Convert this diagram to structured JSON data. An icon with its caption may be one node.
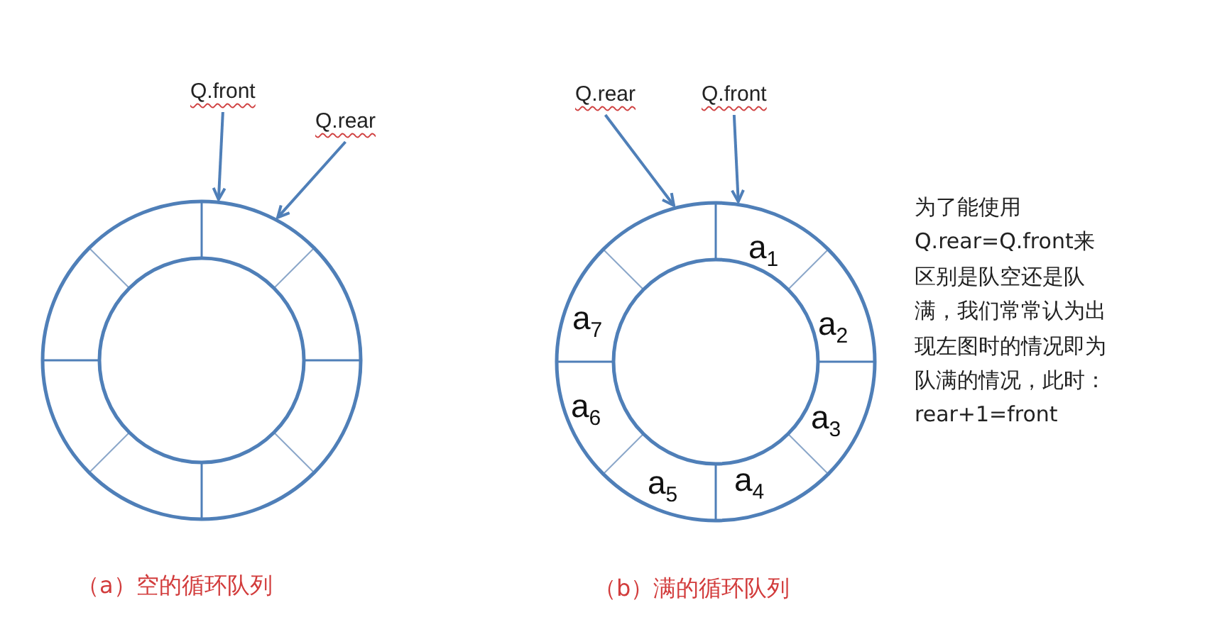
{
  "diagram": {
    "nodes": [
      {
        "text": [
          "Q.front"
        ]
      },
      {
        "text": [
          "Q.rear"
        ]
      },
      {
        "text": [],
        "shape": "circle"
      },
      {
        "text": [
          "Q.rear"
        ]
      },
      {
        "text": [
          "Q.front"
        ]
      },
      {
        "text": [],
        "shape": "circle"
      }
    ],
    "edges": [
      {
        "from": 0,
        "to": 2,
        "arrow": "to"
      },
      {
        "from": 1,
        "to": 2,
        "arrow": "to"
      },
      {
        "from": 3,
        "to": 5,
        "arrow": "to"
      },
      {
        "from": 4,
        "to": 5,
        "arrow": "to"
      }
    ],
    "labels": [
      "a$_{1}$",
      "a$_{7}$",
      "a$_{2}$",
      "a$_{6}$",
      "a$_{3}$",
      "a$_{5}$",
      "a$_{4}$",
      "为了能使用Q.rear=Q.front来区别是队空还是队满，我们常常认为出现左图时的情况即为队满的情况，此时：rear+1=front",
      "（a）空的循环队列",
      "（b）满的循环队列"
    ]
  }
}
